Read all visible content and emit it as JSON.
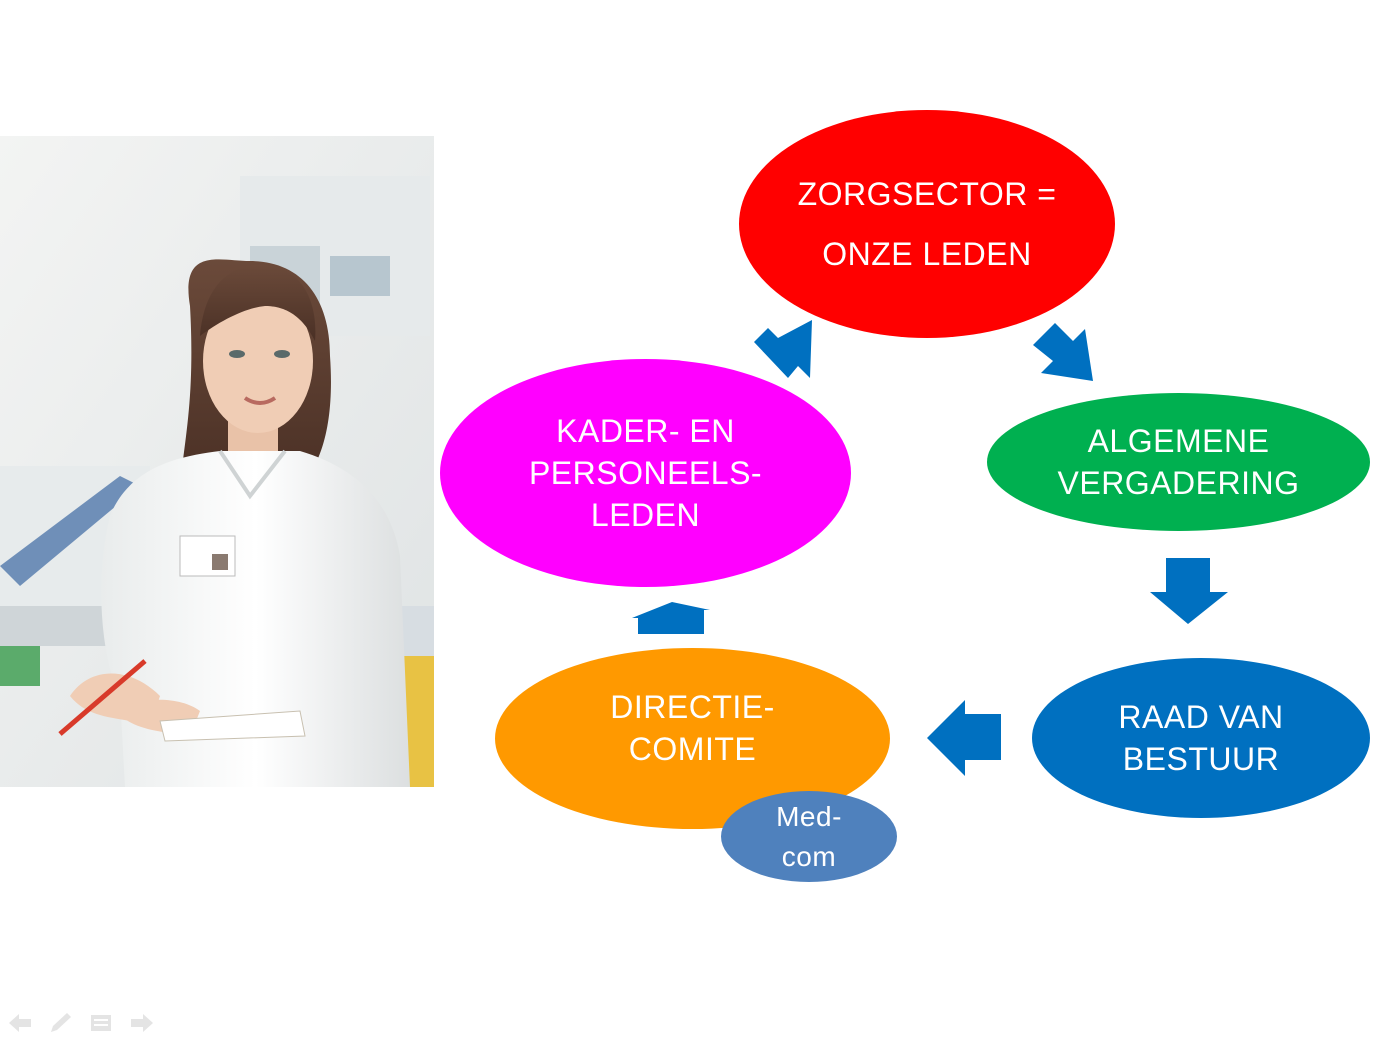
{
  "slide": {
    "nodes": {
      "zorgsector": {
        "line1": "ZORGSECTOR =",
        "line2": "ONZE LEDEN",
        "color": "#ff0000"
      },
      "algemene": {
        "line1": "ALGEMENE",
        "line2": "VERGADERING",
        "color": "#00b050"
      },
      "raad": {
        "line1": "RAAD VAN",
        "line2": "BESTUUR",
        "color": "#0070c0"
      },
      "directie": {
        "line1": "DIRECTIE-",
        "line2": "COMITE",
        "color": "#ff9900"
      },
      "kader": {
        "line1": "KADER- EN",
        "line2": "PERSONEELS-",
        "line3": "LEDEN",
        "color": "#ff00ff"
      },
      "medcom": {
        "line1": "Med-",
        "line2": "com",
        "color": "#4f81bd"
      }
    },
    "arrow_color": "#0070c0",
    "photo": "nurse-photo",
    "nav_icons": [
      "back-icon",
      "pen-icon",
      "menu-icon",
      "forward-icon"
    ]
  }
}
